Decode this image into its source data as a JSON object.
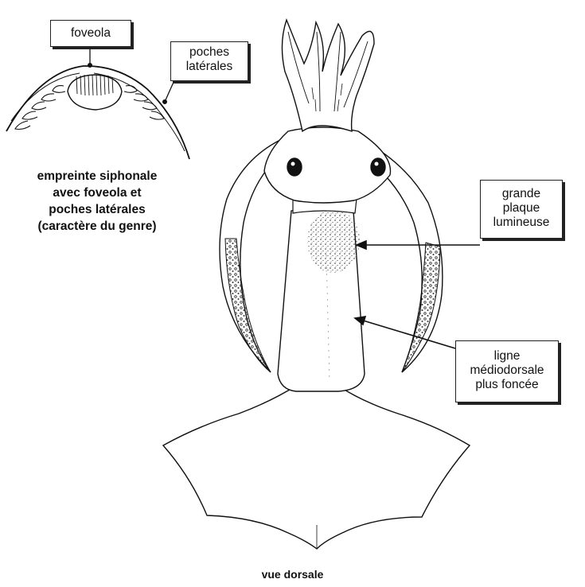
{
  "labels": {
    "foveola": "foveola",
    "poches_laterales": [
      "poches",
      "latérales"
    ],
    "grande_plaque": [
      "grande",
      "plaque",
      "lumineuse"
    ],
    "ligne": [
      "ligne",
      "médiodorsale",
      "plus foncée"
    ]
  },
  "caption": {
    "lines": [
      "empreinte siphonale",
      "avec foveola et",
      "poches latérales",
      "(caractère du genre)"
    ]
  },
  "view_title": "vue dorsale"
}
